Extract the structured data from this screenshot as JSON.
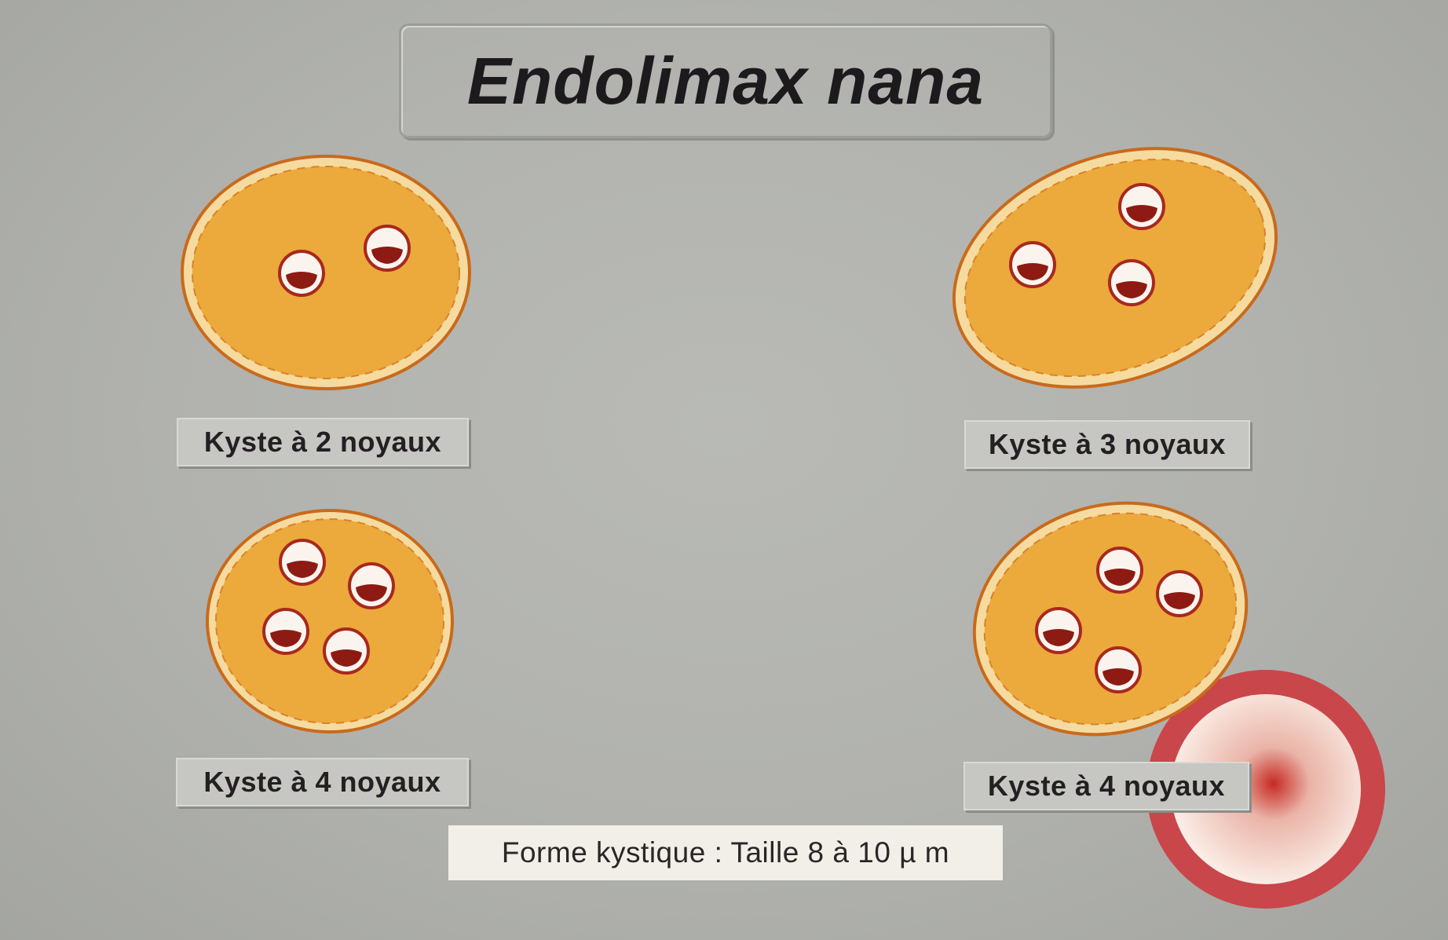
{
  "title": "Endolimax nana",
  "cysts": [
    {
      "label": "Kyste à 2 noyaux"
    },
    {
      "label": "Kyste à 3 noyaux"
    },
    {
      "label": "Kyste à 4 noyaux"
    },
    {
      "label": "Kyste à 4 noyaux"
    }
  ],
  "caption": "Forme kystique : Taille  8 à 10 µ m",
  "colors": {
    "background": "#b1b2ae",
    "cyst_fill": "#eca93c",
    "cyst_outline": "#c96a1c",
    "cyst_rim": "#f6dba0",
    "nucleus_outline": "#a8281e",
    "nucleus_fill": "#fbf4ee",
    "karyosome": "#8e1a14",
    "stamp_ring": "#c9464a"
  }
}
